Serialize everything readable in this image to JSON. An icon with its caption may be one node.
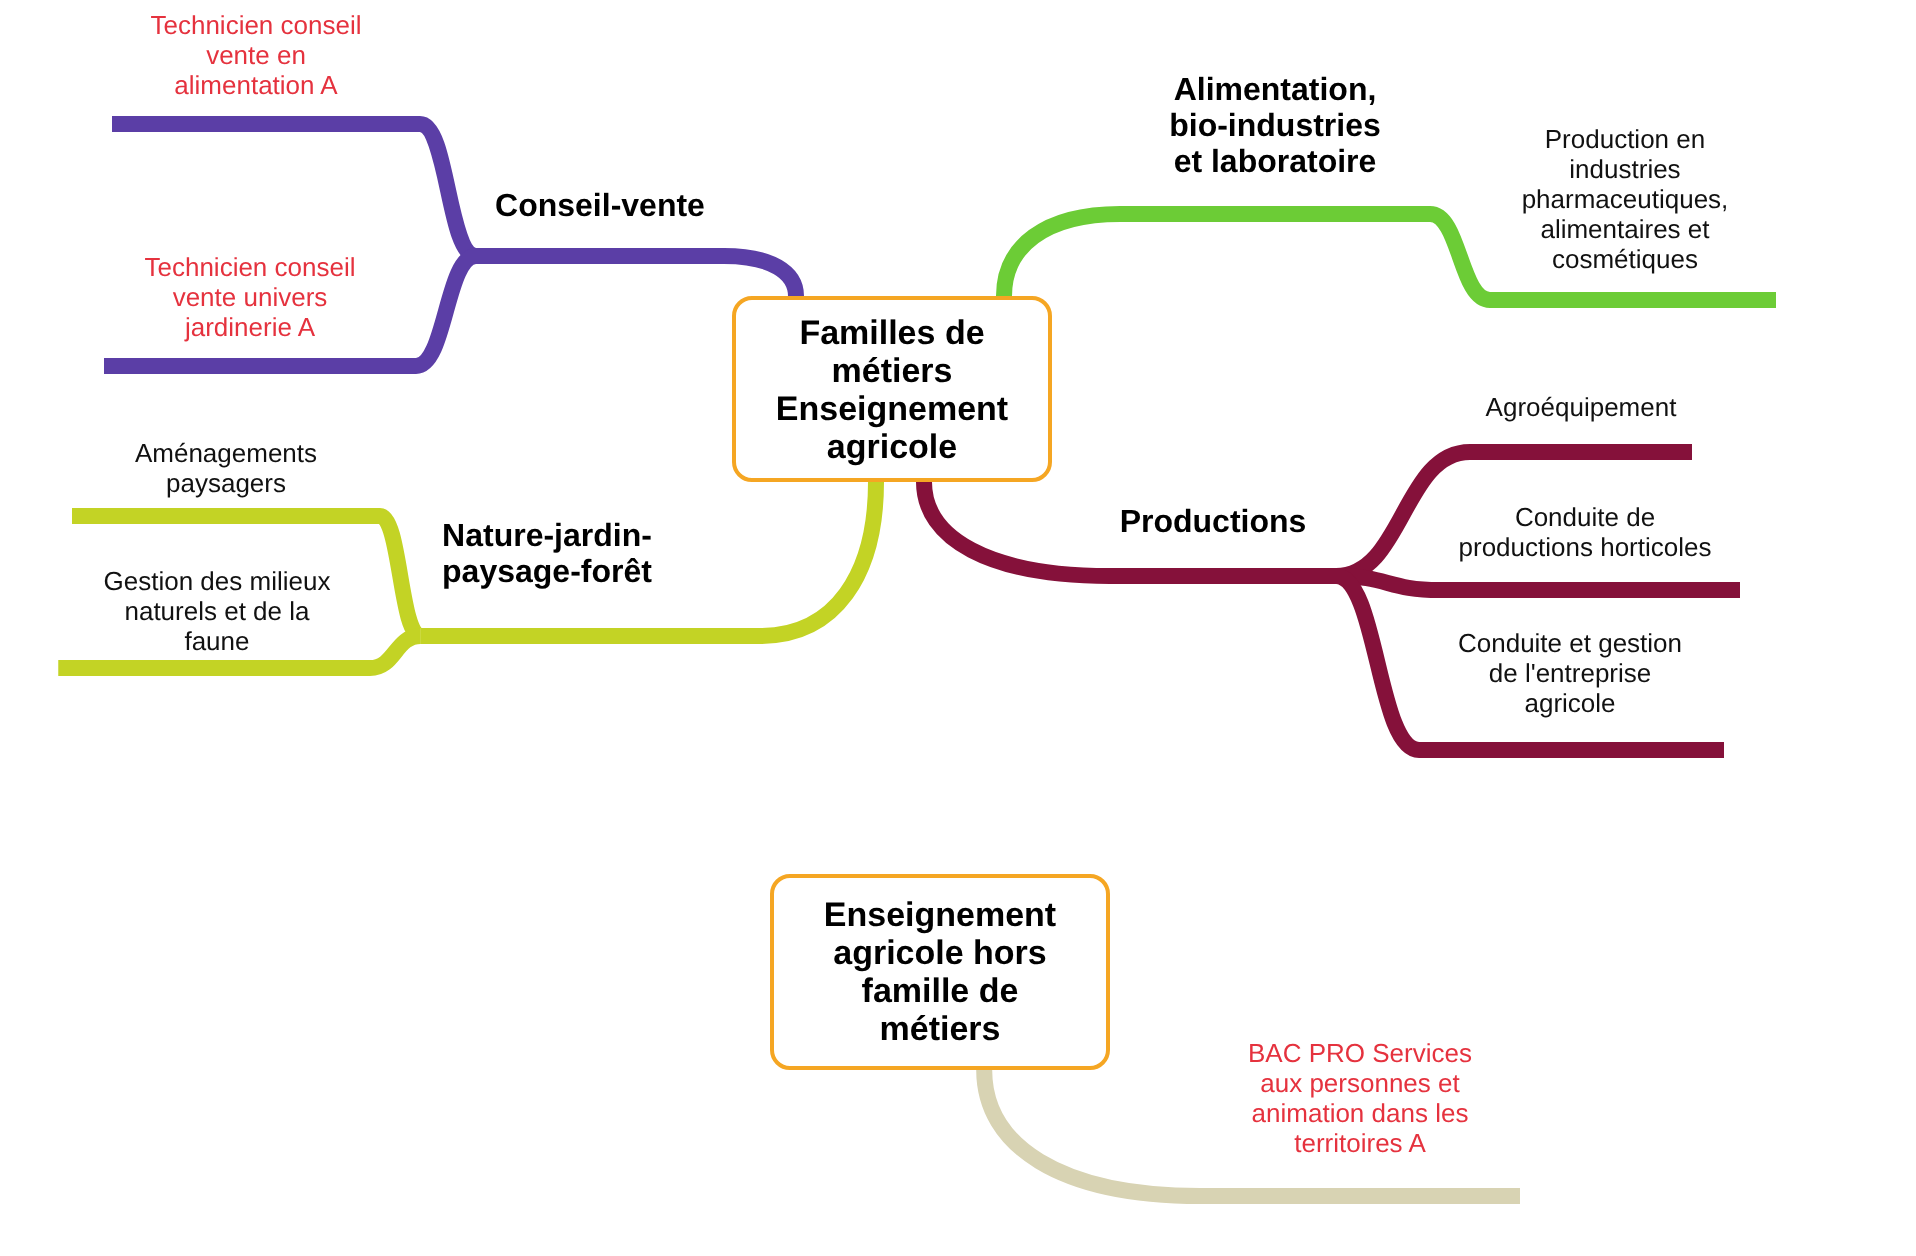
{
  "diagram": {
    "nodes": [
      {
        "text": [
          "Familles de métiers Enseignement agricole"
        ]
      },
      {
        "text": [
          "Conseil-vente"
        ]
      },
      {
        "text": [
          "Technicien conseil vente en alimentation A"
        ]
      },
      {
        "text": [
          "Technicien conseil vente univers jardinerie A"
        ]
      },
      {
        "text": [
          "Alimentation, bio-industries et laboratoire"
        ]
      },
      {
        "text": [
          "Production en industries pharmaceutiques, alimentaires et cosmétiques"
        ]
      },
      {
        "text": [
          "Productions"
        ]
      },
      {
        "text": [
          "Agroéquipement"
        ]
      },
      {
        "text": [
          "Conduite de productions horticoles"
        ]
      },
      {
        "text": [
          "Conduite et gestion de l'entreprise agricole"
        ]
      },
      {
        "text": [
          "Nature-jardin-paysage-forêt"
        ]
      },
      {
        "text": [
          "Aménagements paysagers"
        ]
      },
      {
        "text": [
          "Gestion des milieux naturels et de la faune"
        ]
      },
      {
        "text": [
          "Enseignement agricole hors famille de métiers"
        ]
      },
      {
        "text": [
          "BAC PRO Services aux personnes et animation dans les territoires A"
        ]
      }
    ],
    "edges": [
      {
        "from": 0,
        "to": 1,
        "arrow": "none",
        "color": "#5b3ea6"
      },
      {
        "from": 1,
        "to": 2,
        "arrow": "none",
        "color": "#5b3ea6"
      },
      {
        "from": 1,
        "to": 3,
        "arrow": "none",
        "color": "#5b3ea6"
      },
      {
        "from": 0,
        "to": 4,
        "arrow": "none",
        "color": "#6ccc36"
      },
      {
        "from": 4,
        "to": 5,
        "arrow": "none",
        "color": "#6ccc36"
      },
      {
        "from": 0,
        "to": 6,
        "arrow": "none"
      },
      {
        "from": 6,
        "to": 7,
        "arrow": "none"
      },
      {
        "from": 6,
        "to": 8,
        "arrow": "none"
      },
      {
        "from": 6,
        "to": 9,
        "arrow": "none"
      },
      {
        "from": 0,
        "to": 10,
        "arrow": "none",
        "color": "#c3d325"
      },
      {
        "from": 10,
        "to": 11,
        "arrow": "none",
        "color": "#c3d325"
      },
      {
        "from": 10,
        "to": 12,
        "arrow": "none",
        "color": "#c3d325"
      },
      {
        "from": 13,
        "to": 14,
        "arrow": "none",
        "color": "#d8d3b3"
      }
    ]
  }
}
